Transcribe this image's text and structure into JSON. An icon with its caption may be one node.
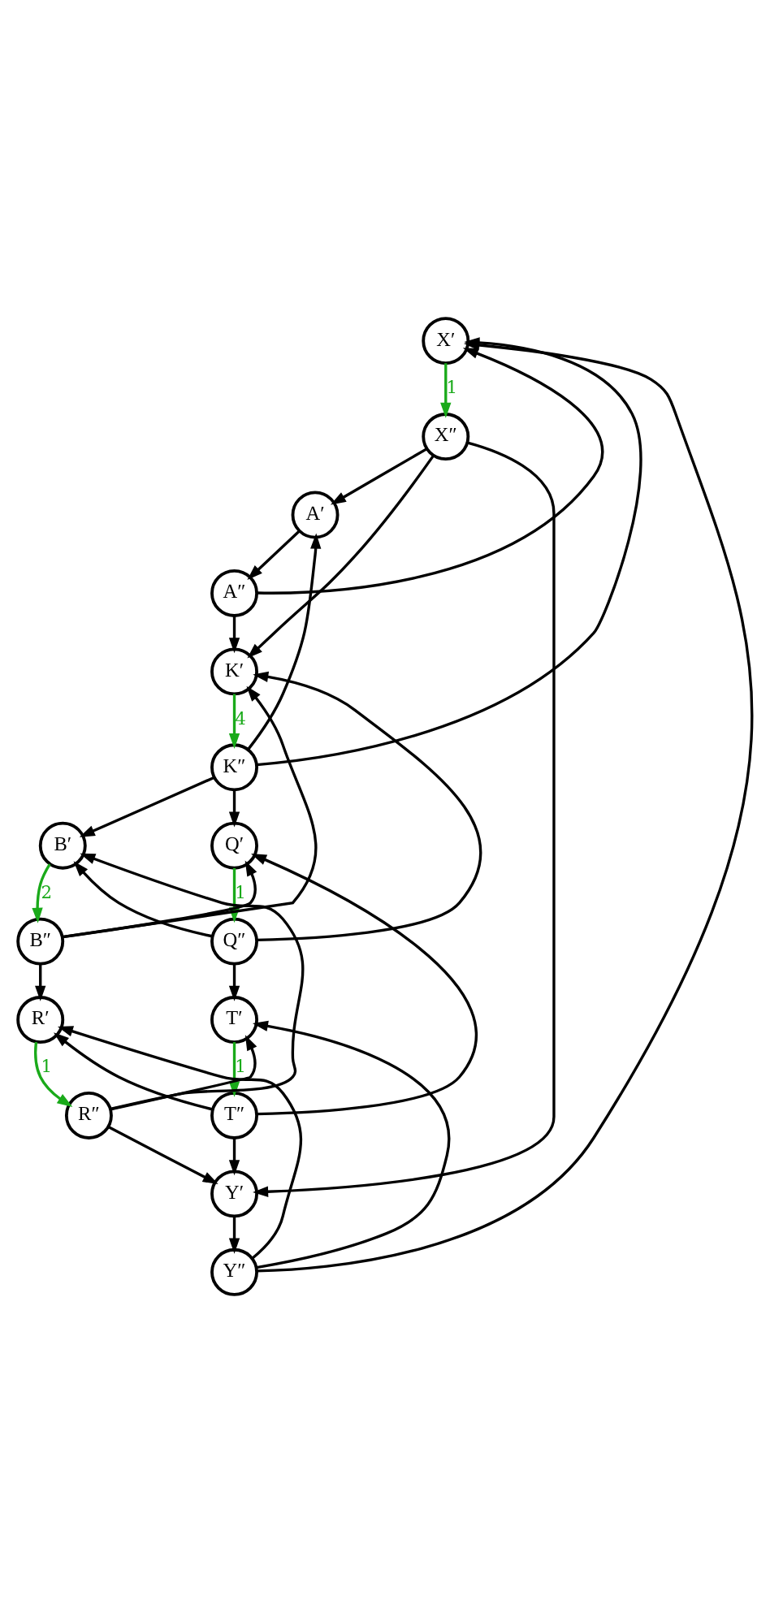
{
  "diagram": {
    "nodes": [
      {
        "text": [
          "X′"
        ]
      },
      {
        "text": [
          "X″"
        ]
      },
      {
        "text": [
          "A′"
        ]
      },
      {
        "text": [
          "A″"
        ]
      },
      {
        "text": [
          "K′"
        ]
      },
      {
        "text": [
          "K″"
        ]
      },
      {
        "text": [
          "B′"
        ]
      },
      {
        "text": [
          "Q′"
        ]
      },
      {
        "text": [
          "B″"
        ]
      },
      {
        "text": [
          "Q″"
        ]
      },
      {
        "text": [
          "R′"
        ]
      },
      {
        "text": [
          "T′"
        ]
      },
      {
        "text": [
          "R″"
        ]
      },
      {
        "text": [
          "T″"
        ]
      },
      {
        "text": [
          "Y′"
        ]
      },
      {
        "text": [
          "Y″"
        ]
      }
    ],
    "edges": [
      {
        "from": 0,
        "to": 1,
        "arrow": "to",
        "label": "1",
        "color": "#1aaa1a"
      },
      {
        "from": 1,
        "to": 2,
        "arrow": "to"
      },
      {
        "from": 2,
        "to": 3,
        "arrow": "to"
      },
      {
        "from": 3,
        "to": 4,
        "arrow": "to"
      },
      {
        "from": 1,
        "to": 4,
        "arrow": "to"
      },
      {
        "from": 3,
        "to": 0,
        "arrow": "to"
      },
      {
        "from": 5,
        "to": 0,
        "arrow": "to"
      },
      {
        "from": 15,
        "to": 0,
        "arrow": "to"
      },
      {
        "from": 5,
        "to": 2,
        "arrow": "to"
      },
      {
        "from": 1,
        "to": 14,
        "arrow": "to"
      },
      {
        "from": 4,
        "to": 5,
        "arrow": "to",
        "label": "4",
        "color": "#1aaa1a"
      },
      {
        "from": 5,
        "to": 6,
        "arrow": "to"
      },
      {
        "from": 5,
        "to": 7,
        "arrow": "to"
      },
      {
        "from": 8,
        "to": 4,
        "arrow": "to"
      },
      {
        "from": 9,
        "to": 4,
        "arrow": "to"
      },
      {
        "from": 6,
        "to": 8,
        "arrow": "to",
        "label": "2",
        "color": "#1aaa1a"
      },
      {
        "from": 7,
        "to": 9,
        "arrow": "to",
        "label": "1",
        "color": "#1aaa1a"
      },
      {
        "from": 8,
        "to": 7,
        "arrow": "to"
      },
      {
        "from": 9,
        "to": 6,
        "arrow": "to"
      },
      {
        "from": 8,
        "to": 10,
        "arrow": "to"
      },
      {
        "from": 9,
        "to": 11,
        "arrow": "to"
      },
      {
        "from": 12,
        "to": 6,
        "arrow": "to"
      },
      {
        "from": 13,
        "to": 7,
        "arrow": "to"
      },
      {
        "from": 10,
        "to": 12,
        "arrow": "to",
        "label": "1",
        "color": "#1aaa1a"
      },
      {
        "from": 11,
        "to": 13,
        "arrow": "to",
        "label": "1",
        "color": "#1aaa1a"
      },
      {
        "from": 12,
        "to": 11,
        "arrow": "to"
      },
      {
        "from": 13,
        "to": 10,
        "arrow": "to"
      },
      {
        "from": 12,
        "to": 14,
        "arrow": "to"
      },
      {
        "from": 13,
        "to": 14,
        "arrow": "to"
      },
      {
        "from": 14,
        "to": 15,
        "arrow": "to"
      },
      {
        "from": 15,
        "to": 10,
        "arrow": "to"
      },
      {
        "from": 15,
        "to": 11,
        "arrow": "to"
      }
    ]
  }
}
